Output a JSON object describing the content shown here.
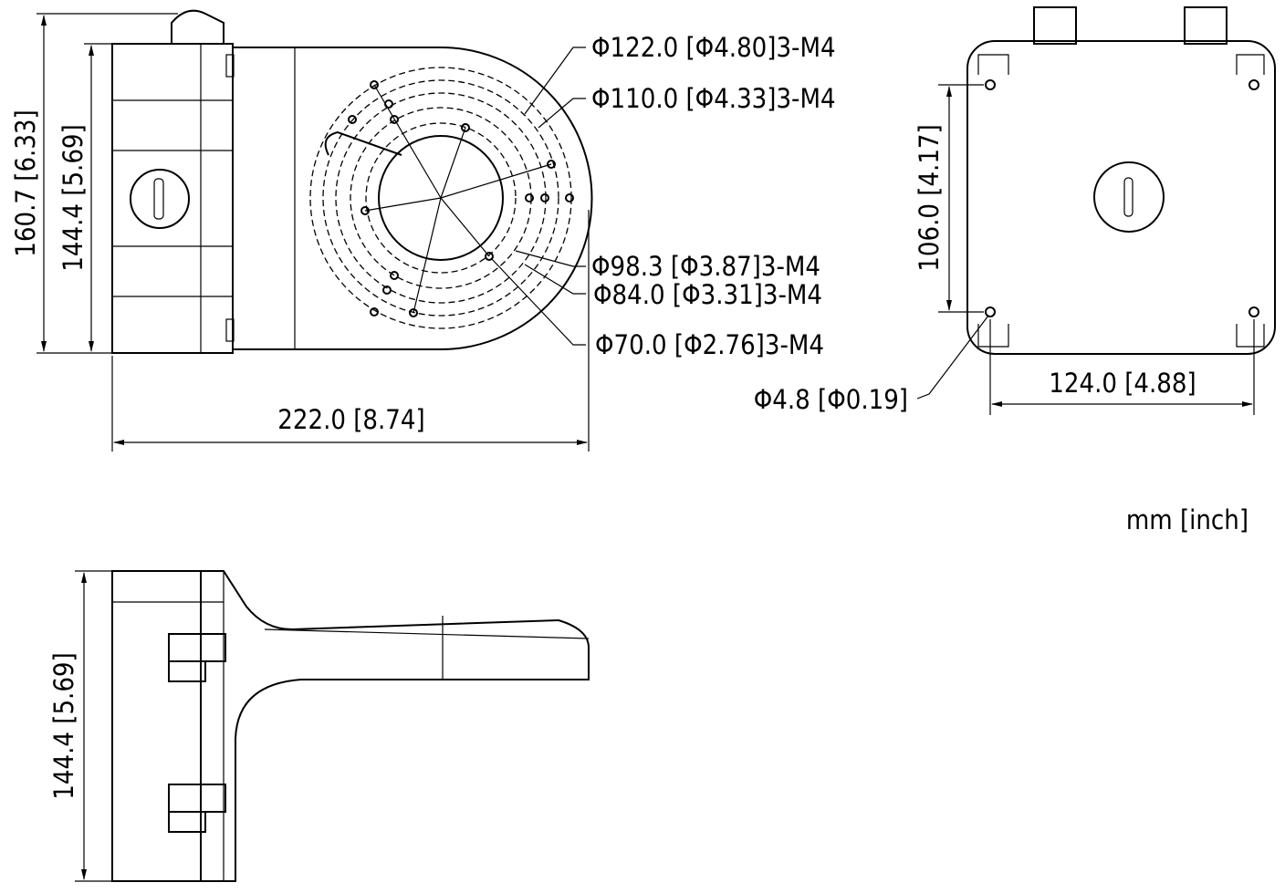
{
  "top_view": {
    "circle_labels": [
      "Φ122.0 [Φ4.80]3-M4",
      "Φ110.0 [Φ4.33]3-M4",
      "Φ98.3 [Φ3.87]3-M4",
      "Φ84.0 [Φ3.31]3-M4",
      "Φ70.0 [Φ2.76]3-M4"
    ],
    "width_label": "222.0 [8.74]",
    "overall_height_label": "160.7 [6.33]",
    "box_height_label": "144.4 [5.69]"
  },
  "back_view": {
    "hole_spacing_vertical": "106.0 [4.17]",
    "hole_spacing_horizontal": "124.0 [4.88]",
    "hole_diameter": "Φ4.8 [Φ0.19]"
  },
  "side_view": {
    "height_label": "144.4 [5.69]"
  },
  "units_label": "mm [inch]"
}
